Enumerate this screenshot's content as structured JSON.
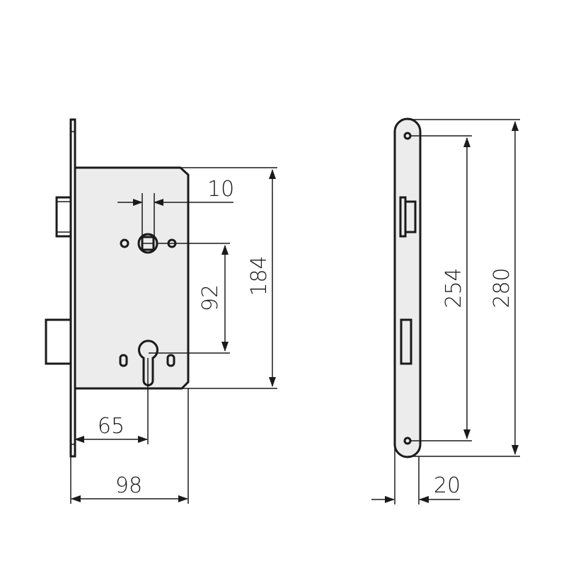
{
  "drawing": {
    "subject": "mortise lock technical drawing",
    "colors": {
      "line": "#1a1a1a",
      "body_fill": "#ececec",
      "background": "#ffffff"
    }
  },
  "front_view": {
    "dimensions": {
      "spindle_square": "10",
      "body_height": "184",
      "center_distance": "92",
      "backset": "65",
      "body_depth": "98"
    }
  },
  "side_view": {
    "dimensions": {
      "hole_spacing": "254",
      "faceplate_length": "280",
      "faceplate_width": "20"
    }
  }
}
